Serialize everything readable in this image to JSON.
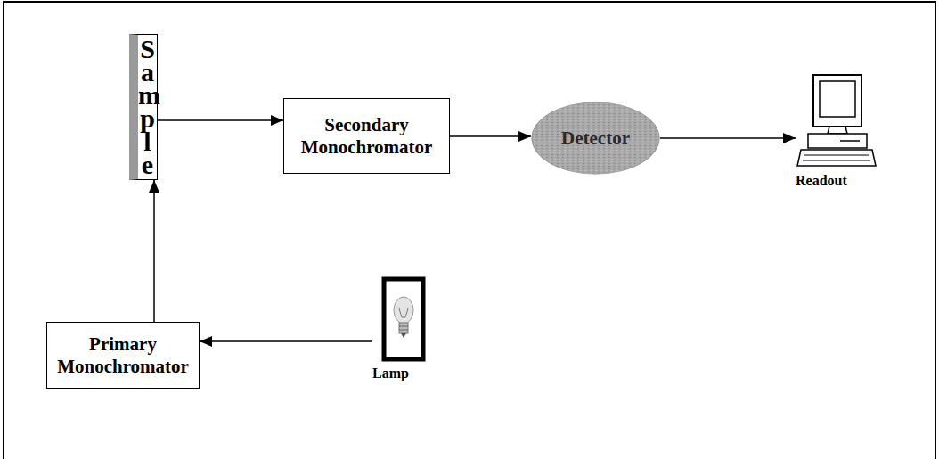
{
  "diagram": {
    "nodes": [
      {
        "text": [
          "Sample"
        ]
      },
      {
        "text": [
          "Secondary Monochromator"
        ]
      },
      {
        "text": [
          "Detector"
        ]
      },
      {
        "text": [
          "Readout"
        ]
      },
      {
        "text": [
          "Primary Monochromator"
        ]
      },
      {
        "text": [
          "Lamp"
        ]
      }
    ],
    "edges": [
      {
        "from": 0,
        "to": 1,
        "arrow": "to"
      },
      {
        "from": 1,
        "to": 2,
        "arrow": "to"
      },
      {
        "from": 2,
        "to": 3,
        "arrow": "to"
      },
      {
        "from": 4,
        "to": 0,
        "arrow": "to"
      },
      {
        "from": 5,
        "to": 4,
        "arrow": "to"
      }
    ]
  }
}
